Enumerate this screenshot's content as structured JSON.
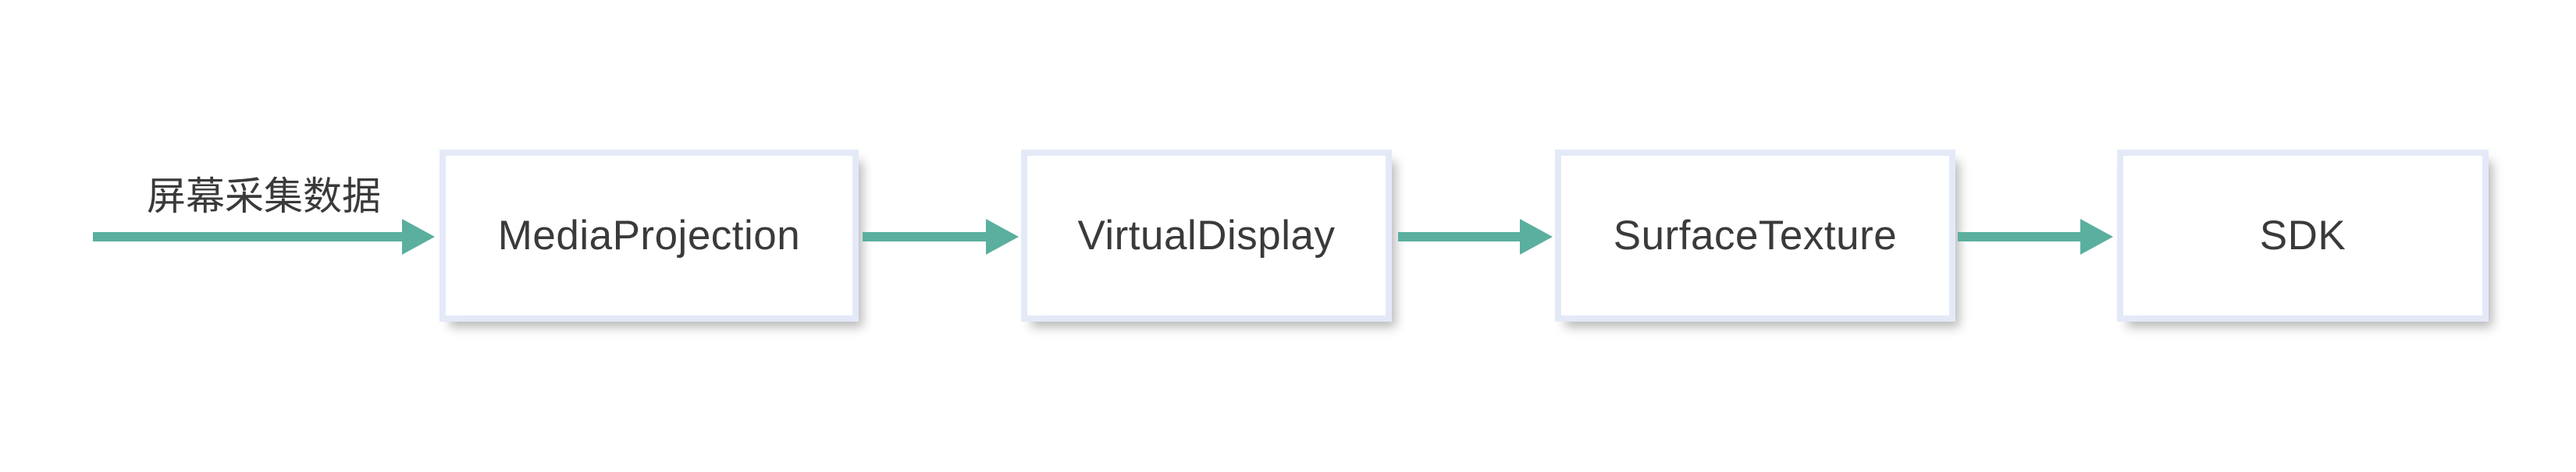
{
  "diagram": {
    "flow_direction": "left-to-right",
    "input_label": "屏幕采集数据",
    "nodes": [
      {
        "label": "MediaProjection"
      },
      {
        "label": "VirtualDisplay"
      },
      {
        "label": "SurfaceTexture"
      },
      {
        "label": "SDK"
      }
    ],
    "colors": {
      "background": "#ffffff",
      "arrow": "#5aaf9e",
      "node_border": "#e4e9f8",
      "node_fill": "#ffffff",
      "label_text": "#3a3a3a"
    }
  }
}
